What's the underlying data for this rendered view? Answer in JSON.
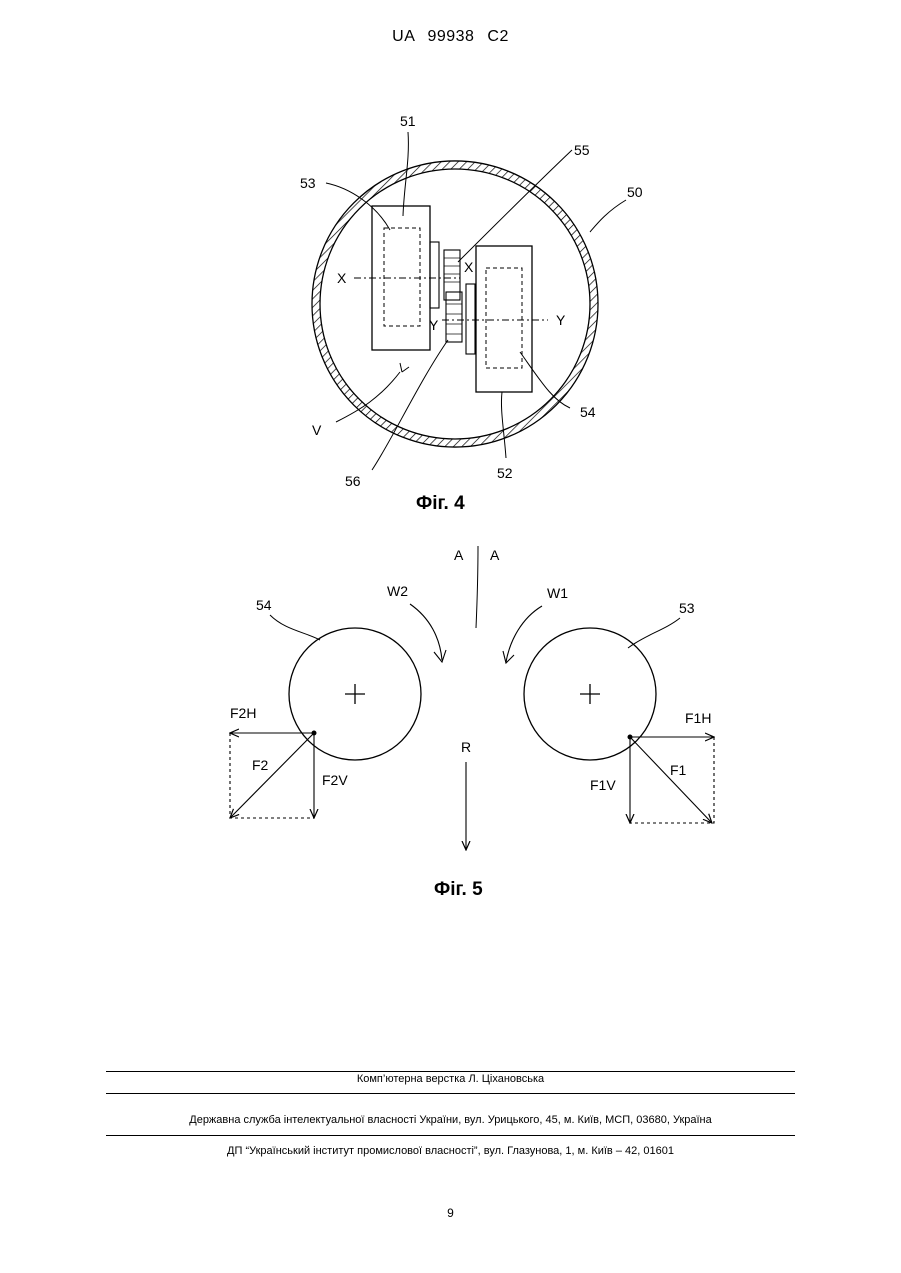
{
  "header": {
    "doc_id": "UA   99938   C2"
  },
  "fig4": {
    "caption": "Фіг. 4",
    "labels": {
      "l51": "51",
      "l53": "53",
      "l55": "55",
      "l50": "50",
      "x_left": "X",
      "x_right": "X",
      "y_left": "Y",
      "y_right": "Y",
      "lv": "V",
      "l56": "56",
      "l52": "52",
      "l54": "54"
    }
  },
  "fig5": {
    "caption": "Фіг. 5",
    "labels": {
      "a_left": "A",
      "a_right": "A",
      "w2": "W2",
      "w1": "W1",
      "l54": "54",
      "l53": "53",
      "f2h": "F2H",
      "f1h": "F1H",
      "f2": "F2",
      "f2v": "F2V",
      "f1": "F1",
      "f1v": "F1V",
      "r": "R"
    }
  },
  "footer": {
    "compositor": "Комп’ютерна верстка Л. Ціхановська",
    "service": "Державна служба інтелектуальної власності України, вул. Урицького, 45, м. Київ, МСП, 03680, Україна",
    "institute": "ДП “Український інститут промислової власності”, вул. Глазунова, 1, м. Київ – 42, 01601"
  },
  "page_number": "9"
}
